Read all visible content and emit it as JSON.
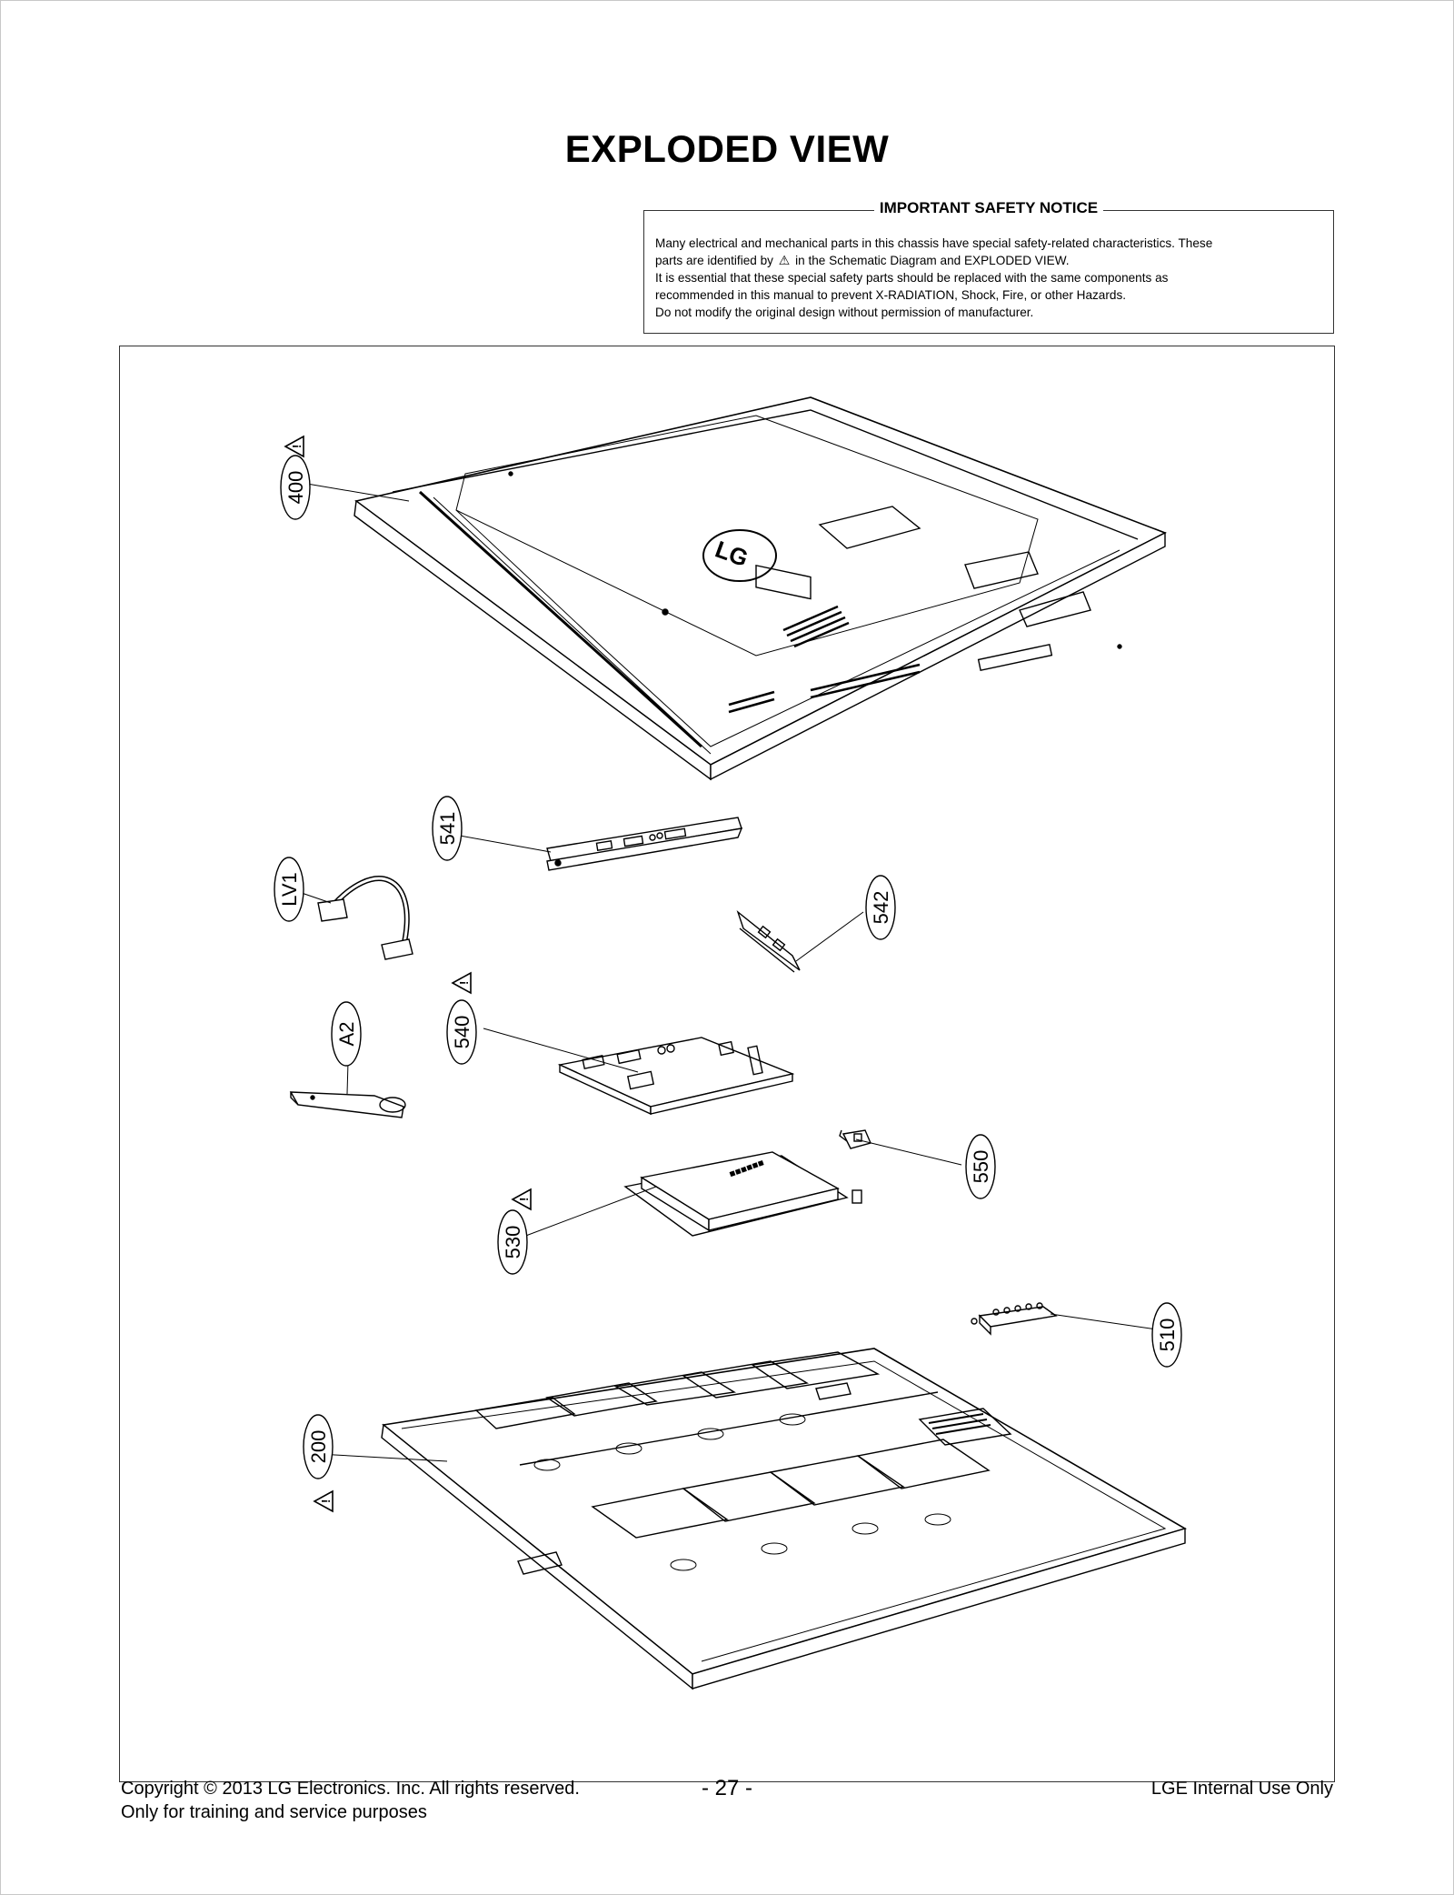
{
  "page": {
    "title": "EXPLODED VIEW"
  },
  "notice": {
    "heading": "IMPORTANT SAFETY NOTICE",
    "line1": "Many electrical and mechanical parts in this chassis have special safety-related characteristics. These",
    "line2_before": "parts are identified by",
    "line2_after": "in the Schematic Diagram and EXPLODED VIEW.",
    "line3": "It is essential that these special safety parts should be replaced with the same components as",
    "line4": "recommended in this manual to prevent X-RADIATION, Shock, Fire, or other Hazards.",
    "line5": "Do not modify the original design without permission of manufacturer."
  },
  "parts": {
    "p400": "400",
    "p541": "541",
    "pLV1": "LV1",
    "p542": "542",
    "p540": "540",
    "pA2": "A2",
    "p550": "550",
    "p530": "530",
    "p510": "510",
    "p200": "200"
  },
  "footer": {
    "copyright": "Copyright  © 2013  LG Electronics. Inc. All rights reserved.",
    "usage": "Only for training and service purposes",
    "page_number": "- 27 -",
    "internal": "LGE Internal Use Only"
  }
}
